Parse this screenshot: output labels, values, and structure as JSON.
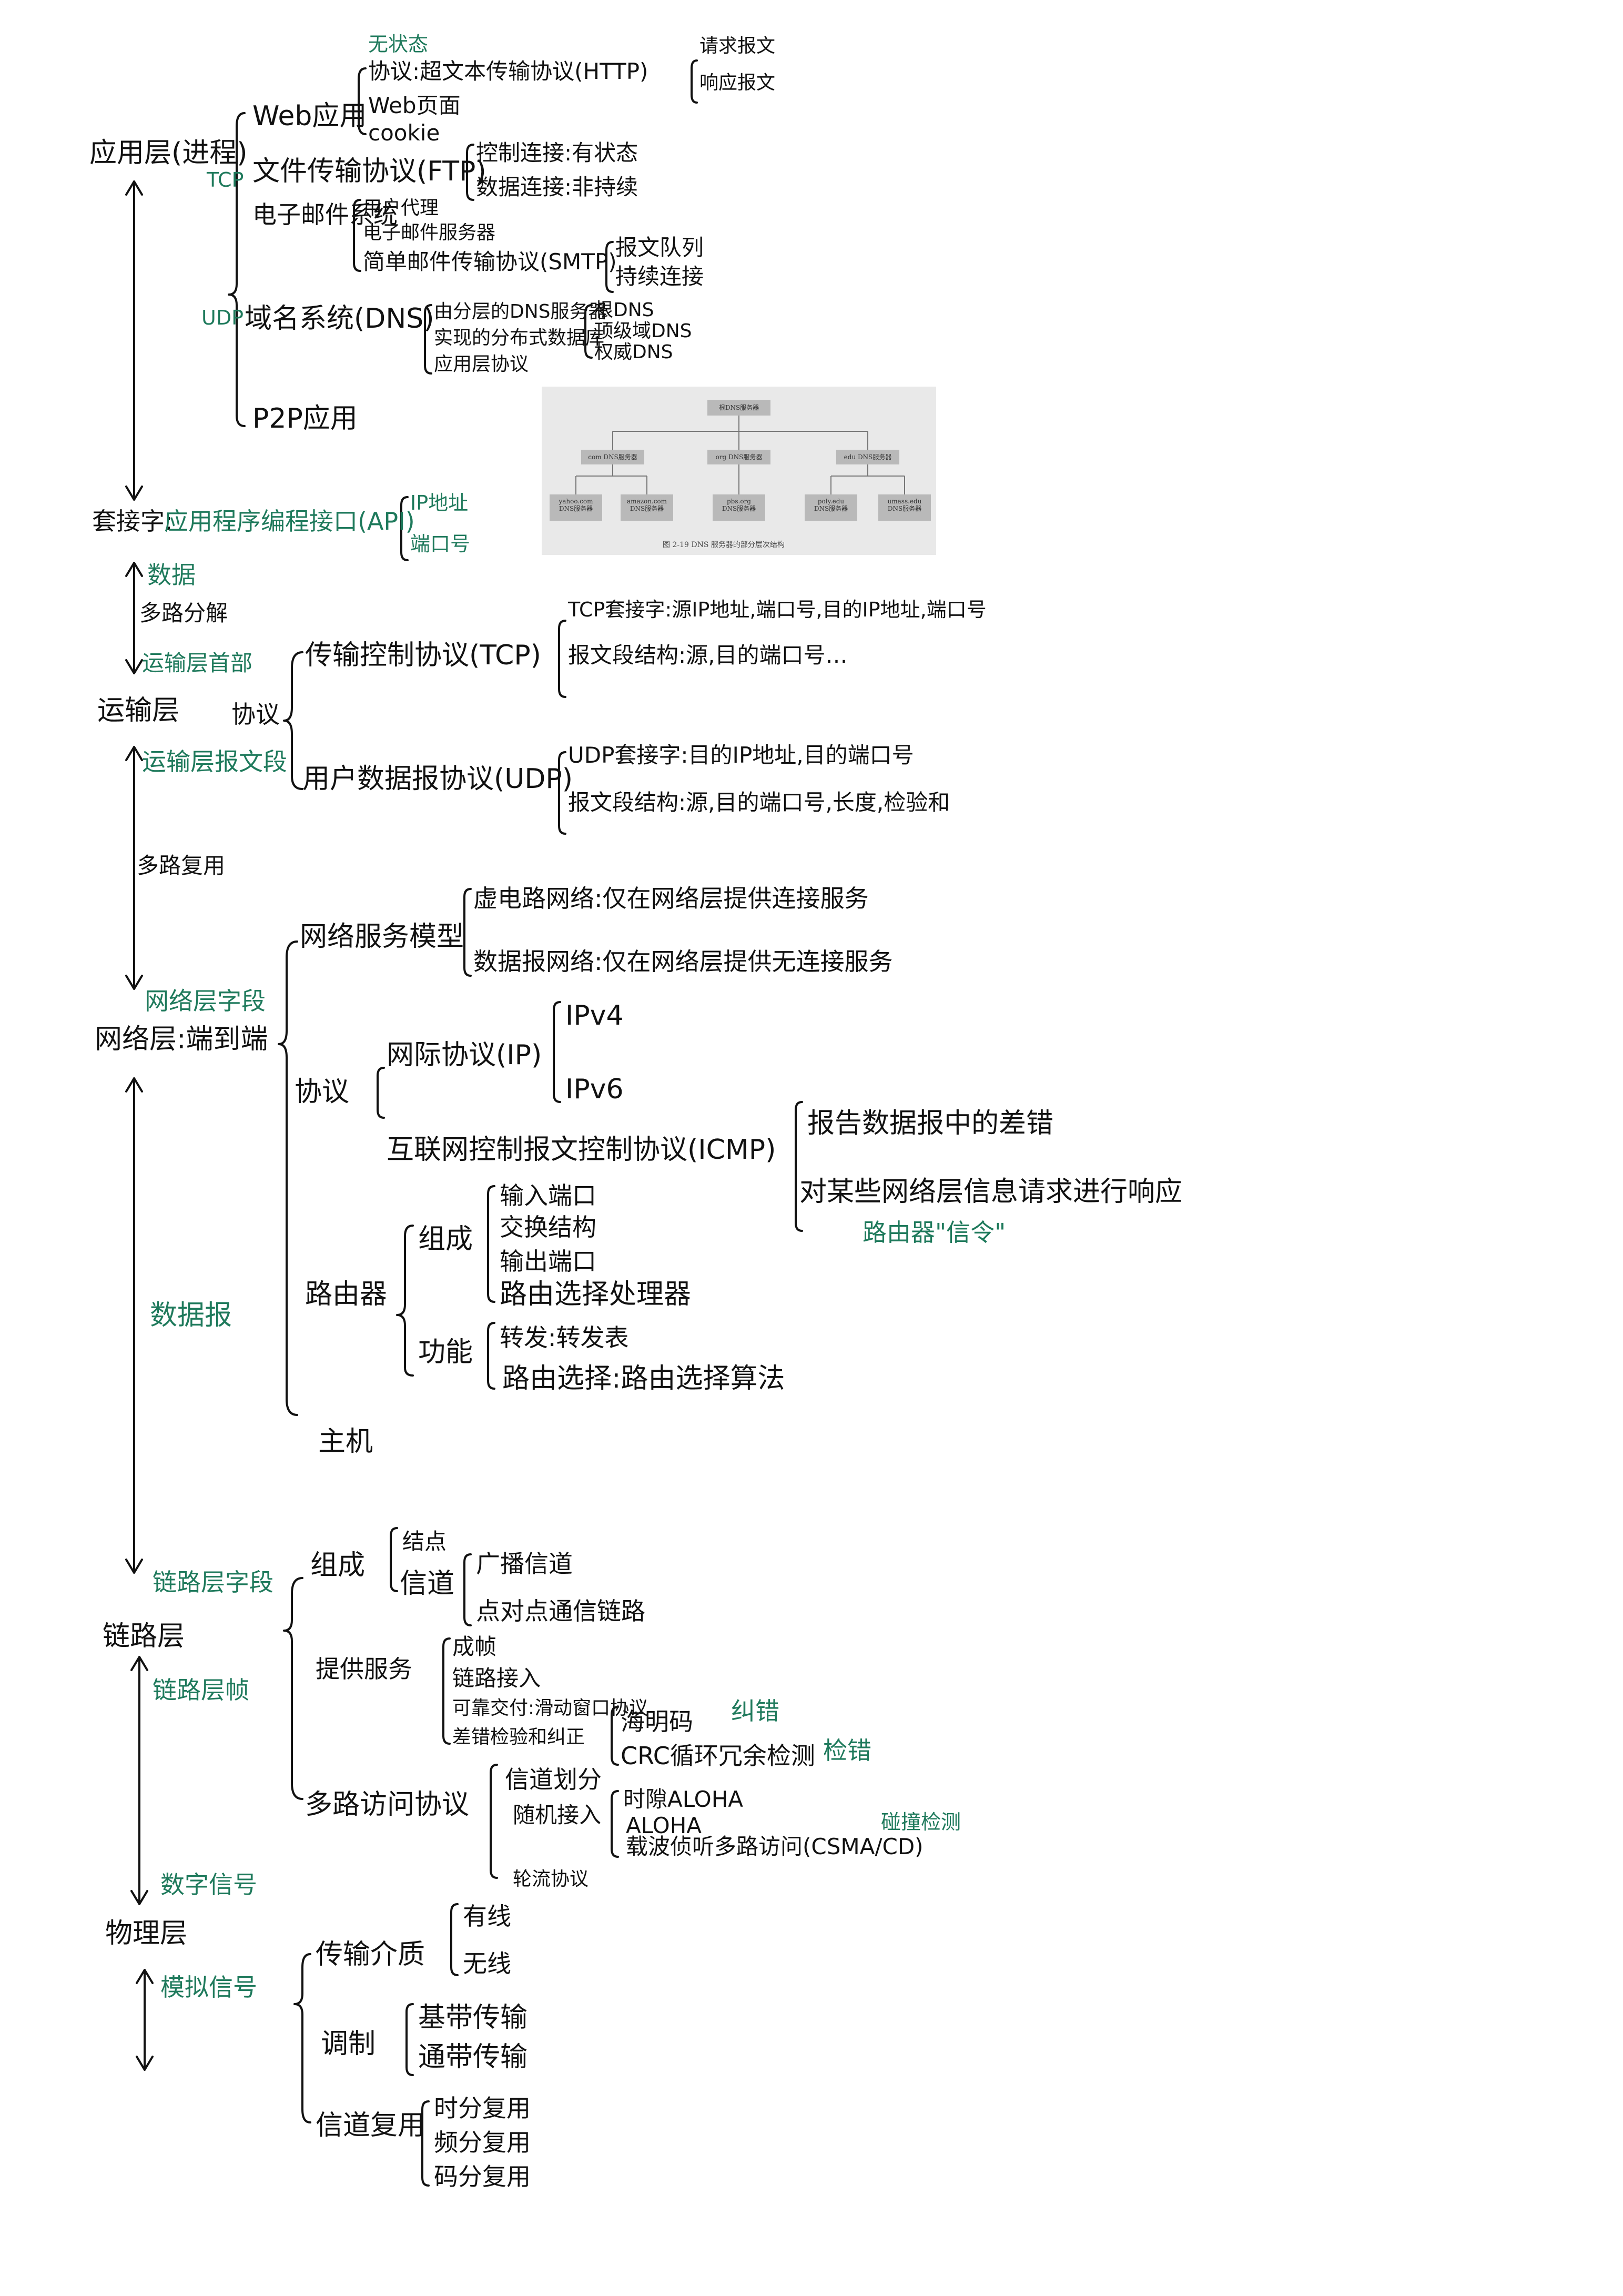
{
  "colors": {
    "ink": "#111111",
    "accent": "#1f7a5c"
  },
  "application": {
    "layer": "应用层(进程)",
    "tcp": "TCP",
    "udp": "UDP",
    "web": {
      "label": "Web应用",
      "stateless": "无状态",
      "protocol": "协议:超文本传输协议(HTTP)",
      "request": "请求报文",
      "response": "响应报文",
      "page": "Web页面",
      "cookie": "cookie"
    },
    "ftp": {
      "label": "文件传输协议(FTP)",
      "control": "控制连接:有状态",
      "data": "数据连接:非持续"
    },
    "email": {
      "label": "电子邮件系统",
      "agent": "用户代理",
      "server": "电子邮件服务器",
      "smtp": "简单邮件传输协议(SMTP)",
      "queue": "报文队列",
      "persistent": "持续连接"
    },
    "dns": {
      "label": "域名系统(DNS)",
      "items": [
        "由分层的DNS服务器",
        "实现的分布式数据库",
        "应用层协议"
      ],
      "levels": [
        "根DNS",
        "顶级域DNS",
        "权威DNS"
      ]
    },
    "p2p": "P2P应用"
  },
  "dns_figure": {
    "root": "根DNS服务器",
    "tld": [
      "com DNS服务器",
      "org DNS服务器",
      "edu DNS服务器"
    ],
    "leaves": [
      [
        "yahoo.com",
        "DNS服务器"
      ],
      [
        "amazon.com",
        "DNS服务器"
      ],
      [
        "pbs.org",
        "DNS服务器"
      ],
      [
        "poly.edu",
        "DNS服务器"
      ],
      [
        "umass.edu",
        "DNS服务器"
      ]
    ],
    "caption": "图 2-19   DNS 服务器的部分层次结构"
  },
  "socket": {
    "label": "套接字:",
    "api": "应用程序编程接口(API)",
    "ip": "IP地址",
    "port": "端口号"
  },
  "data_label": "数据",
  "demux": "多路分解",
  "transport_header": "运输层首部",
  "transport": {
    "layer": "运输层",
    "protocol": "协议",
    "tcp": "传输控制协议(TCP)",
    "tcp_socket": "TCP套接字:源IP地址,端口号,目的IP地址,端口号",
    "tcp_segment": "报文段结构:源,目的端口号…",
    "udp": "用户数据报协议(UDP)",
    "udp_socket": "UDP套接字:目的IP地址,目的端口号",
    "udp_segment": "报文段结构:源,目的端口号,长度,检验和"
  },
  "transport_segment": "运输层报文段",
  "mux": "多路复用",
  "network_field": "网络层字段",
  "network": {
    "layer": "网络层:端到端",
    "service_model": "网络服务模型",
    "vc": "虚电路网络:仅在网络层提供连接服务",
    "dg": "数据报网络:仅在网络层提供无连接服务",
    "protocol": "协议",
    "ip": "网际协议(IP)",
    "ipv4": "IPv4",
    "ipv6": "IPv6",
    "icmp": "互联网控制报文控制协议(ICMP)",
    "icmp_err": "报告数据报中的差错",
    "icmp_resp": "对某些网络层信息请求进行响应",
    "router_msg": "路由器\"信令\"",
    "router": "路由器",
    "composition": "组成",
    "comp_items": [
      "输入端口",
      "交换结构",
      "输出端口",
      "路由选择处理器"
    ],
    "function": "功能",
    "forward": "转发:转发表",
    "routing": "路由选择:路由选择算法",
    "host": "主机"
  },
  "datagram": "数据报",
  "link_field": "链路层字段",
  "link": {
    "layer": "链路层",
    "composition": "组成",
    "node": "结点",
    "channel": "信道",
    "broadcast": "广播信道",
    "p2p": "点对点通信链路",
    "services": "提供服务",
    "service_items": [
      "成帧",
      "链路接入",
      "可靠交付:滑动窗口协议",
      "差错检验和纠正"
    ],
    "hamming": "海明码",
    "correct": "纠错",
    "crc": "CRC循环冗余检测",
    "detect": "检错",
    "mac": "多路访问协议",
    "partition": "信道划分",
    "random": "随机接入",
    "slotted": "时隙ALOHA",
    "aloha": "ALOHA",
    "csma": "载波侦听多路访问(CSMA/CD)",
    "collision": "碰撞检测",
    "taking": "轮流协议"
  },
  "link_frame": "链路层帧",
  "digital": "数字信号",
  "physical": {
    "layer": "物理层",
    "media": "传输介质",
    "wired": "有线",
    "wireless": "无线",
    "modulation": "调制",
    "baseband": "基带传输",
    "broadband": "通带传输",
    "multiplex": "信道复用",
    "tdm": "时分复用",
    "fdm": "频分复用",
    "cdm": "码分复用"
  },
  "analog": "模拟信号"
}
